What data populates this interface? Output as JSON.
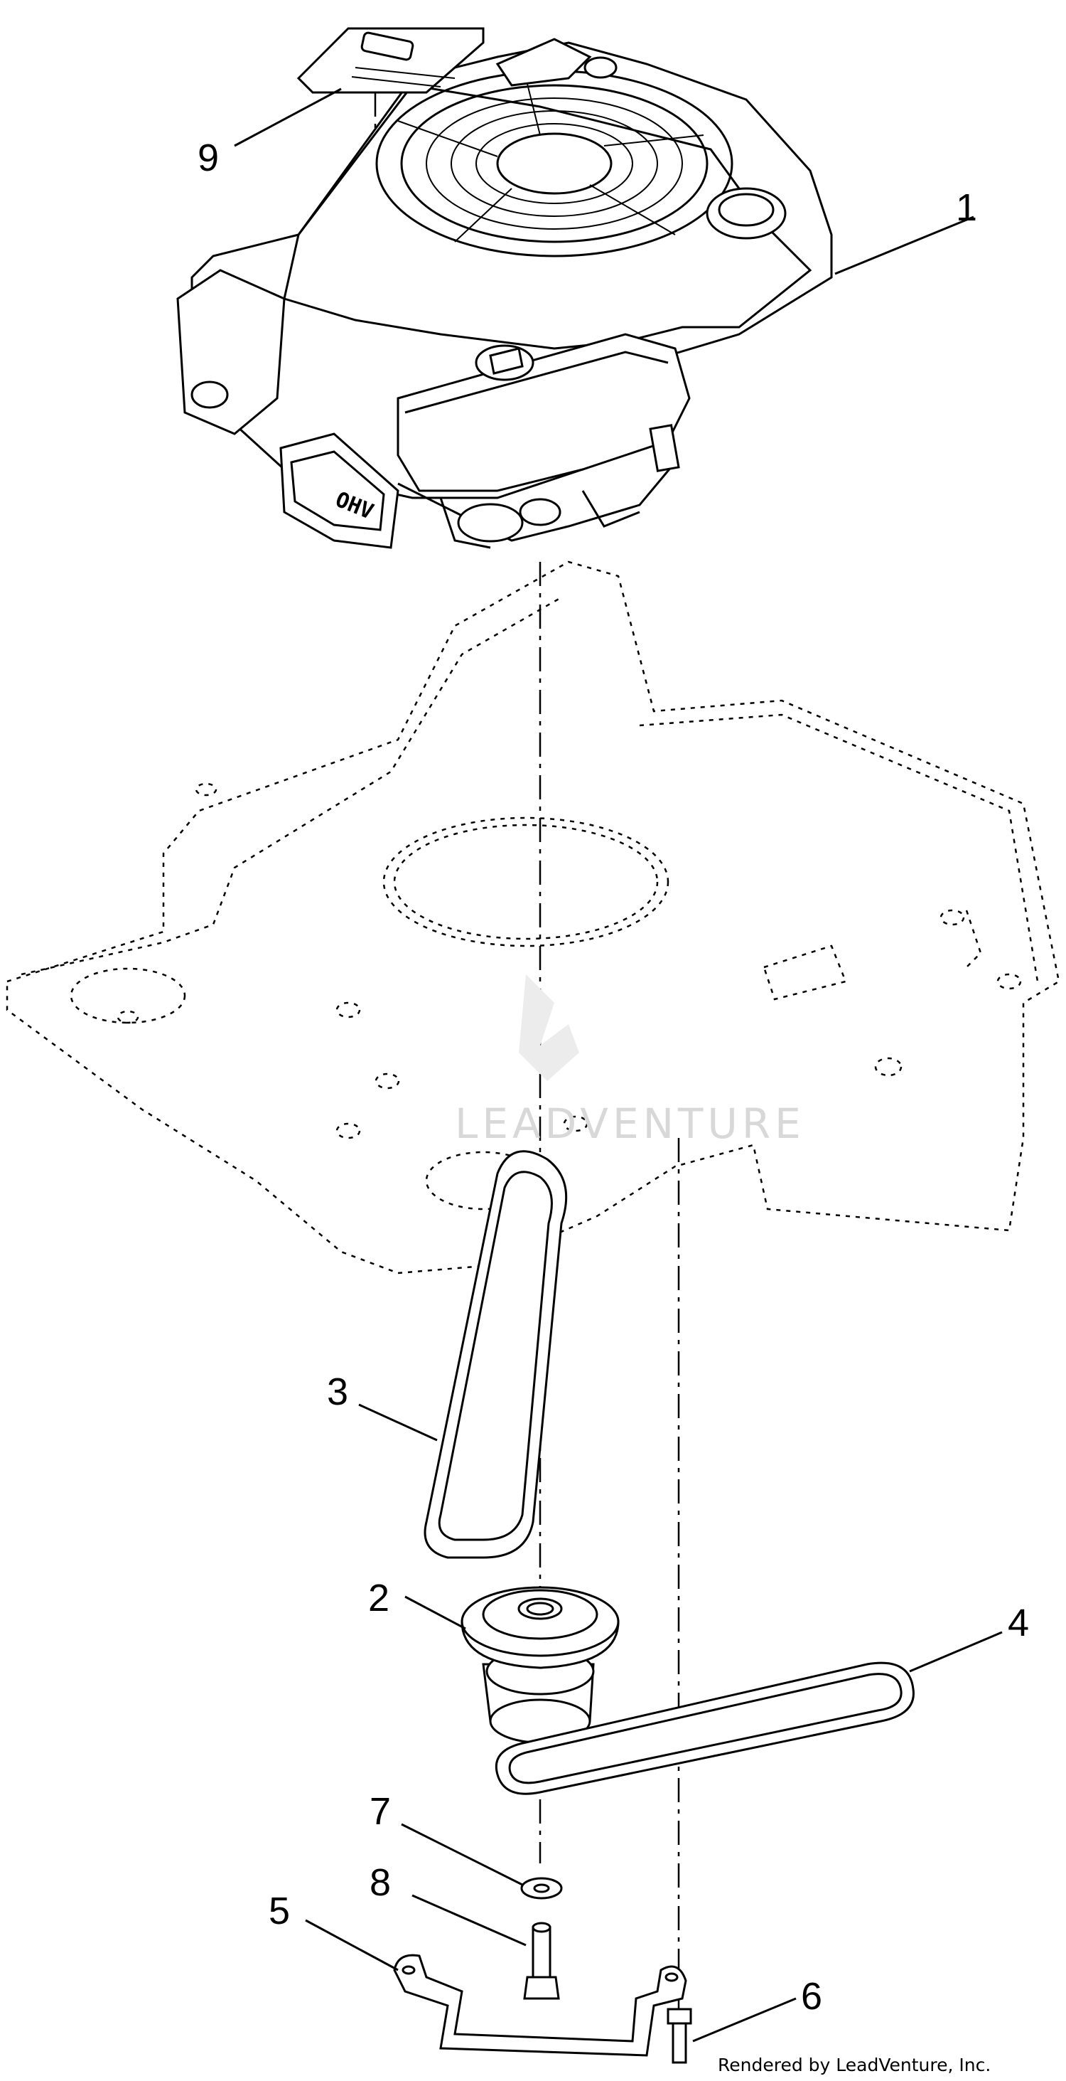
{
  "callouts": [
    {
      "id": "1",
      "text": "1",
      "part": "engine"
    },
    {
      "id": "2",
      "text": "2",
      "part": "pulley"
    },
    {
      "id": "3",
      "text": "3",
      "part": "upper-belt"
    },
    {
      "id": "4",
      "text": "4",
      "part": "lower-belt"
    },
    {
      "id": "5",
      "text": "5",
      "part": "bracket"
    },
    {
      "id": "6",
      "text": "6",
      "part": "bracket-bolt"
    },
    {
      "id": "7",
      "text": "7",
      "part": "washer"
    },
    {
      "id": "8",
      "text": "8",
      "part": "pulley-bolt"
    },
    {
      "id": "9",
      "text": "9",
      "part": "decal"
    }
  ],
  "engine": {
    "badge": "OHV"
  },
  "watermark": "LEADVENTURE",
  "credit": "Rendered by LeadVenture, Inc."
}
